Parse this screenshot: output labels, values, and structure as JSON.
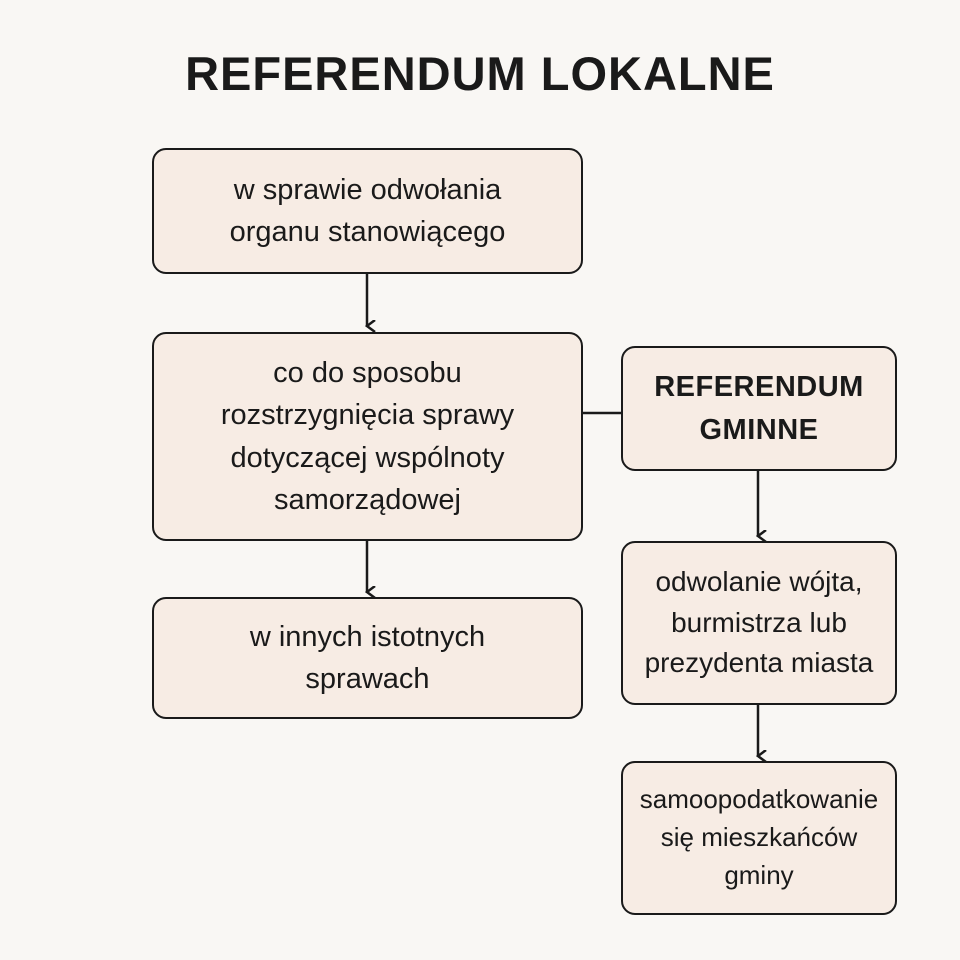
{
  "title": "REFERENDUM LOKALNE",
  "nodes": {
    "odwolanie_organu": "w sprawie odwołania\norganu stanowiącego",
    "sposob_rozstrzygniecia": "co do sposobu\nrozstrzygnięcia sprawy\ndotyczącej wspólnoty\nsamorządowej",
    "inne_sprawy": "w innych istotnych\nsprawach",
    "referendum_gminne": "REFERENDUM\nGMINNE",
    "odwolanie_wojta": "odwolanie wójta,\nburmistrza lub\nprezydenta miasta",
    "samoopodatkowanie": "samoopodatkowanie\nsię mieszkańców\ngminy"
  }
}
